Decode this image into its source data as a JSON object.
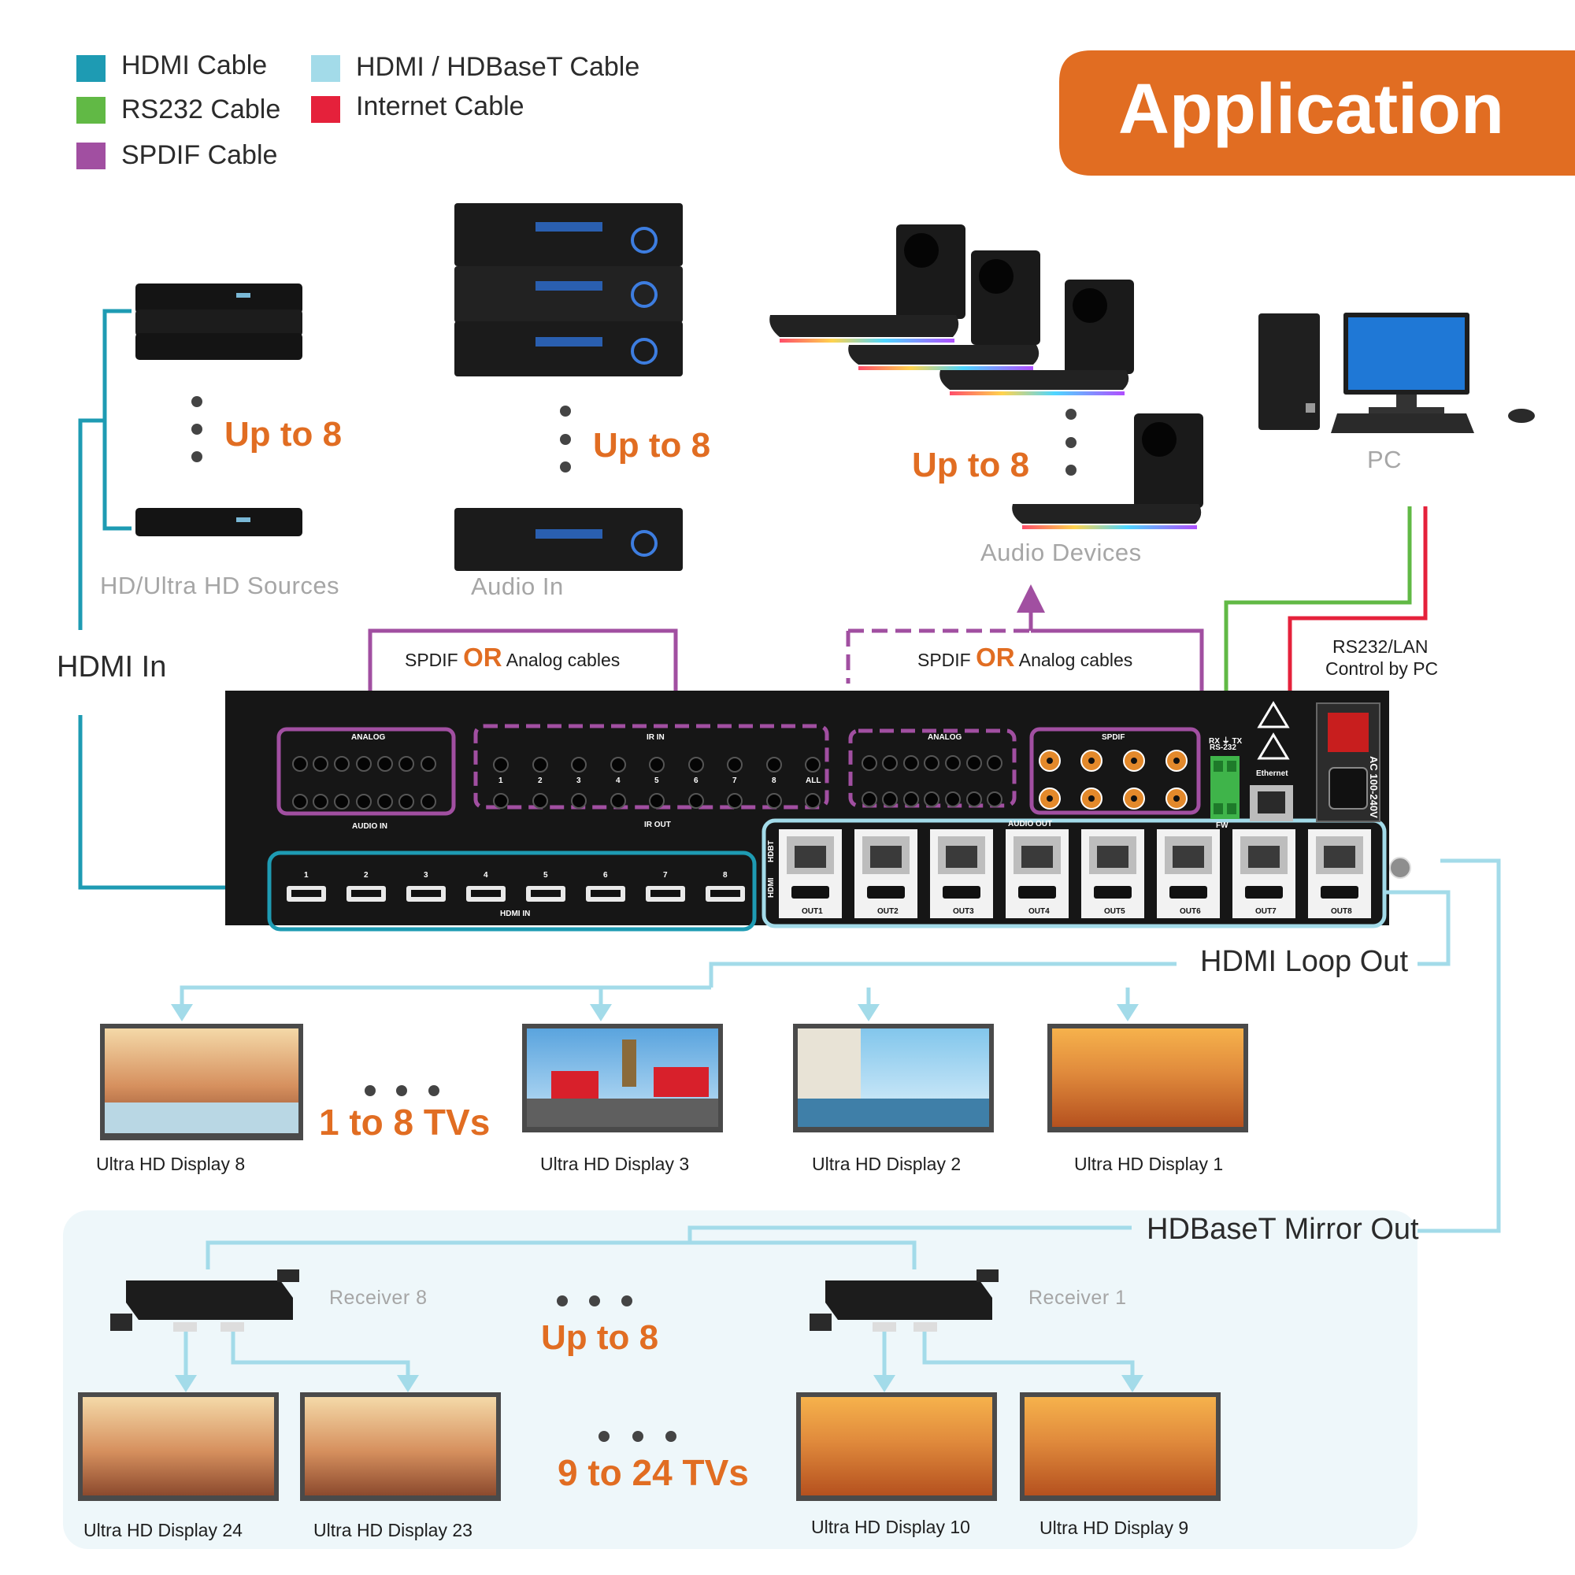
{
  "legend": [
    {
      "label": "HDMI Cable",
      "color": "#1e9bb3"
    },
    {
      "label": "RS232 Cable",
      "color": "#61b945"
    },
    {
      "label": "SPDIF Cable",
      "color": "#a14fa1"
    },
    {
      "label": "HDMI / HDBaseT Cable",
      "color": "#a3dbe9"
    },
    {
      "label": "Internet Cable",
      "color": "#e5213b"
    }
  ],
  "banner": {
    "title": "Application",
    "color": "#e16d22"
  },
  "top": {
    "upto_sources": "Up to 8",
    "upto_audio_in": "Up to 8",
    "upto_audio_devices": "Up to 8",
    "sources_label": "HD/Ultra HD Sources",
    "audio_in_label": "Audio In",
    "audio_devices_label": "Audio Devices",
    "pc_label": "PC",
    "hdmi_in_label": "HDMI In",
    "rs232_lan_line1": "RS232/LAN",
    "rs232_lan_line2": "Control by PC",
    "cable_left": {
      "pre": "SPDIF ",
      "or": "OR",
      "post": " Analog cables"
    },
    "cable_right": {
      "pre": "SPDIF ",
      "or": "OR",
      "post": " Analog cables"
    }
  },
  "device": {
    "analog_in_top": "ANALOG",
    "audio_in": "AUDIO IN",
    "ir_in": "IR IN",
    "ir_out": "IR OUT",
    "analog_out_top": "ANALOG",
    "spdif": "SPDIF",
    "audio_out": "AUDIO OUT",
    "fw": "FW",
    "rxtx": "RX ⏚ TX",
    "rs232": "RS-232",
    "ethernet": "Ethernet",
    "ac": "AC 100-240V",
    "hdmi_in": "HDMI IN",
    "hdbt": "HDBT",
    "hdmi": "HDMI",
    "ir_all": "ALL",
    "hdmi_port_numbers": [
      "1",
      "2",
      "3",
      "4",
      "5",
      "6",
      "7",
      "8"
    ],
    "out_labels": [
      "OUT1",
      "OUT2",
      "OUT3",
      "OUT4",
      "OUT5",
      "OUT6",
      "OUT7",
      "OUT8"
    ],
    "ir_numbers": [
      "1",
      "2",
      "3",
      "4",
      "5",
      "6",
      "7",
      "8",
      "ALL"
    ]
  },
  "loop": {
    "label": "HDMI Loop Out",
    "tvs_label": "1 to 8 TVs",
    "displays": [
      "Ultra HD Display 8",
      "Ultra HD Display 3",
      "Ultra HD Display 2",
      "Ultra HD Display 1"
    ]
  },
  "mirror": {
    "label": "HDBaseT Mirror Out",
    "upto": "Up to 8",
    "tvs_label": "9 to 24 TVs",
    "receiver_left": "Receiver 8",
    "receiver_right": "Receiver 1",
    "displays": [
      "Ultra HD Display 24",
      "Ultra HD Display 23",
      "Ultra HD Display 10",
      "Ultra HD Display 9"
    ]
  }
}
